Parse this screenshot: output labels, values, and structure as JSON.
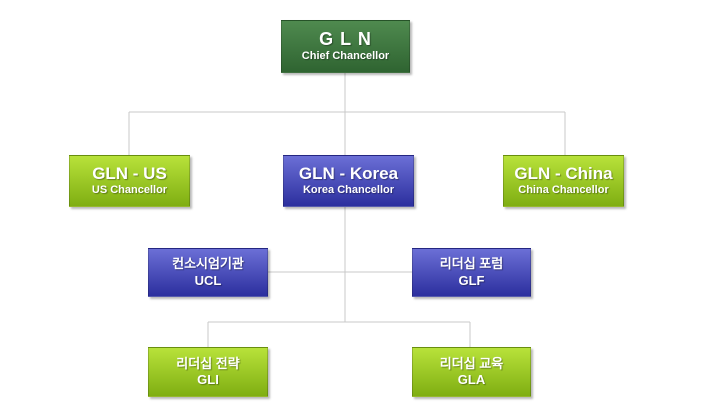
{
  "nodes": {
    "gln": {
      "title": "G L N",
      "subtitle": "Chief Chancellor"
    },
    "us": {
      "title": "GLN - US",
      "subtitle": "US Chancellor"
    },
    "korea": {
      "title": "GLN - Korea",
      "subtitle": "Korea Chancellor"
    },
    "china": {
      "title": "GLN - China",
      "subtitle": "China Chancellor"
    },
    "ucl": {
      "title": "컨소시엄기관",
      "subtitle": "UCL"
    },
    "glf": {
      "title": "리더십 포럼",
      "subtitle": "GLF"
    },
    "gli": {
      "title": "리더십 전략",
      "subtitle": "GLI"
    },
    "gla": {
      "title": "리더십 교육",
      "subtitle": "GLA"
    }
  },
  "colors": {
    "chief": "#2f6431",
    "green": "#8fbf1a",
    "blue": "#2c2f9e",
    "connector": "#c8c8c8"
  }
}
